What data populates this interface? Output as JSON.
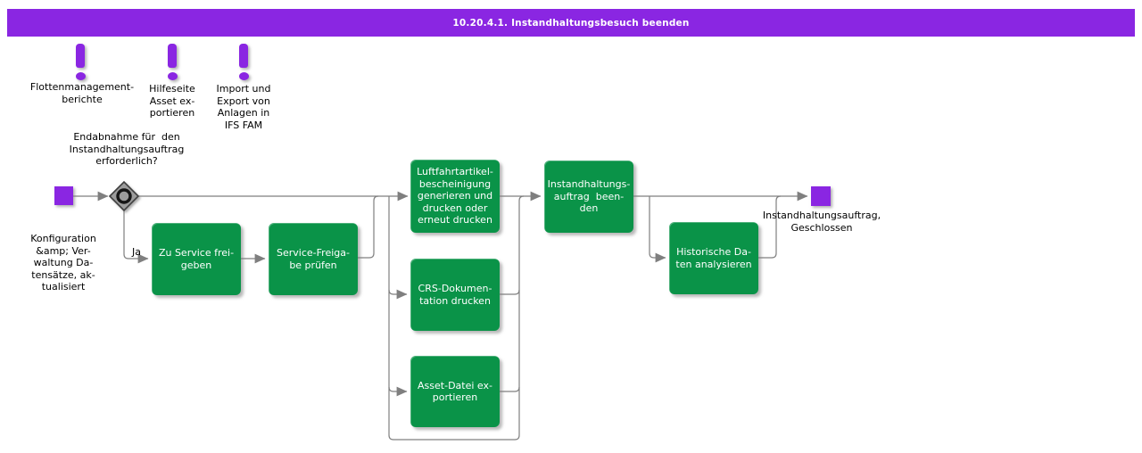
{
  "header": {
    "title": "10.20.4.1. Instandhaltungsbesuch beenden"
  },
  "colors": {
    "purple": "#8A26E2",
    "green": "#0A9348",
    "connector": "#7F7F7F"
  },
  "annotations": [
    {
      "label": "Flottenmanagement-\nberichte"
    },
    {
      "label": "Hilfeseite\nAsset ex-\nportieren"
    },
    {
      "label": "Import und\nExport von\nAnlagen in\nIFS FAM"
    }
  ],
  "gateway": {
    "question": "Endabnahme für  den\nInstandhaltungsauftrag\nerforderlich?",
    "yes_label": "Ja"
  },
  "events": {
    "start": {
      "label": "Konfiguration\n&amp; Ver-\nwaltung Da-\ntensätze, ak-\ntualisiert"
    },
    "end": {
      "label": "Instandhaltungsauftrag,\nGeschlossen"
    }
  },
  "tasks": [
    {
      "id": "zu-service-freigeben",
      "label": "Zu Service frei-\ngeben"
    },
    {
      "id": "service-freigabe-pruefen",
      "label": "Service-Freiga-\nbe prüfen"
    },
    {
      "id": "luftfahrtartikel-bescheinigung",
      "label": "Luftfahrtartikel-\nbescheinigung\ngenerieren und\ndrucken oder\nerneut drucken"
    },
    {
      "id": "crs-dokumentation-drucken",
      "label": "CRS-Dokumen-\ntation drucken"
    },
    {
      "id": "asset-datei-exportieren",
      "label": "Asset-Datei ex-\nportieren"
    },
    {
      "id": "instandhaltungsauftrag-beenden",
      "label": "Instandhaltungs-\nauftrag  been-\nden"
    },
    {
      "id": "historische-daten-analysieren",
      "label": "Historische Da-\nten analysieren"
    }
  ]
}
